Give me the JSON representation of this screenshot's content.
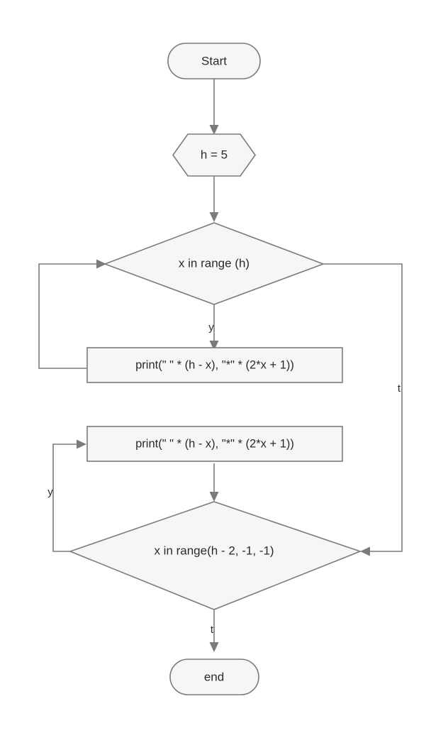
{
  "diagram": {
    "type": "flowchart",
    "title": "",
    "background_color": "#ffffff",
    "shape_fill": "#f6f6f6",
    "shape_stroke": "#7b7b7b",
    "text_color": "#2b2b2b"
  },
  "nodes": {
    "start": {
      "label": "Start",
      "shape": "terminator"
    },
    "init": {
      "label": "h = 5",
      "shape": "hexagon"
    },
    "loop1": {
      "label": "x in range (h)",
      "shape": "decision"
    },
    "print1": {
      "label": "print(\" \" * (h - x), \"*\" * (2*x + 1))",
      "shape": "process"
    },
    "print2": {
      "label": "print(\" \" * (h - x), \"*\" * (2*x + 1))",
      "shape": "process"
    },
    "loop2": {
      "label": "x in range(h - 2, -1, -1)",
      "shape": "decision"
    },
    "end": {
      "label": "end",
      "shape": "terminator"
    }
  },
  "edge_labels": {
    "loop1_yes": "y",
    "loop1_true": "t",
    "loop2_yes": "y",
    "loop2_true": "t"
  }
}
